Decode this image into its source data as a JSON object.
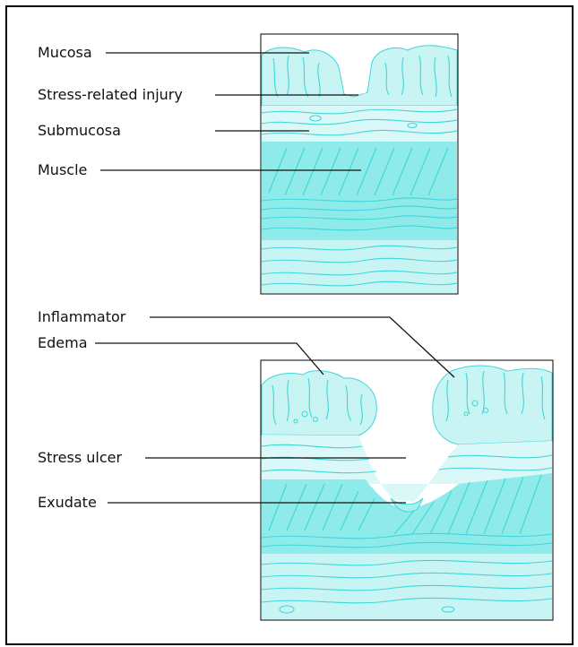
{
  "diagram": {
    "top_panel": {
      "labels": {
        "mucosa": "Mucosa",
        "injury": "Stress-related injury",
        "submucosa": "Submucosa",
        "muscle": "Muscle"
      }
    },
    "bottom_panel": {
      "labels": {
        "inflammator": "Inflammator",
        "edema": "Edema",
        "ulcer": "Stress ulcer",
        "exudate": "Exudate"
      }
    },
    "colors": {
      "outline": "#000000",
      "tissue_light": "#c8f5f4",
      "tissue_mid": "#8eebea",
      "tissue_dark": "#57dddd",
      "tissue_line": "#3fd6d9"
    }
  }
}
